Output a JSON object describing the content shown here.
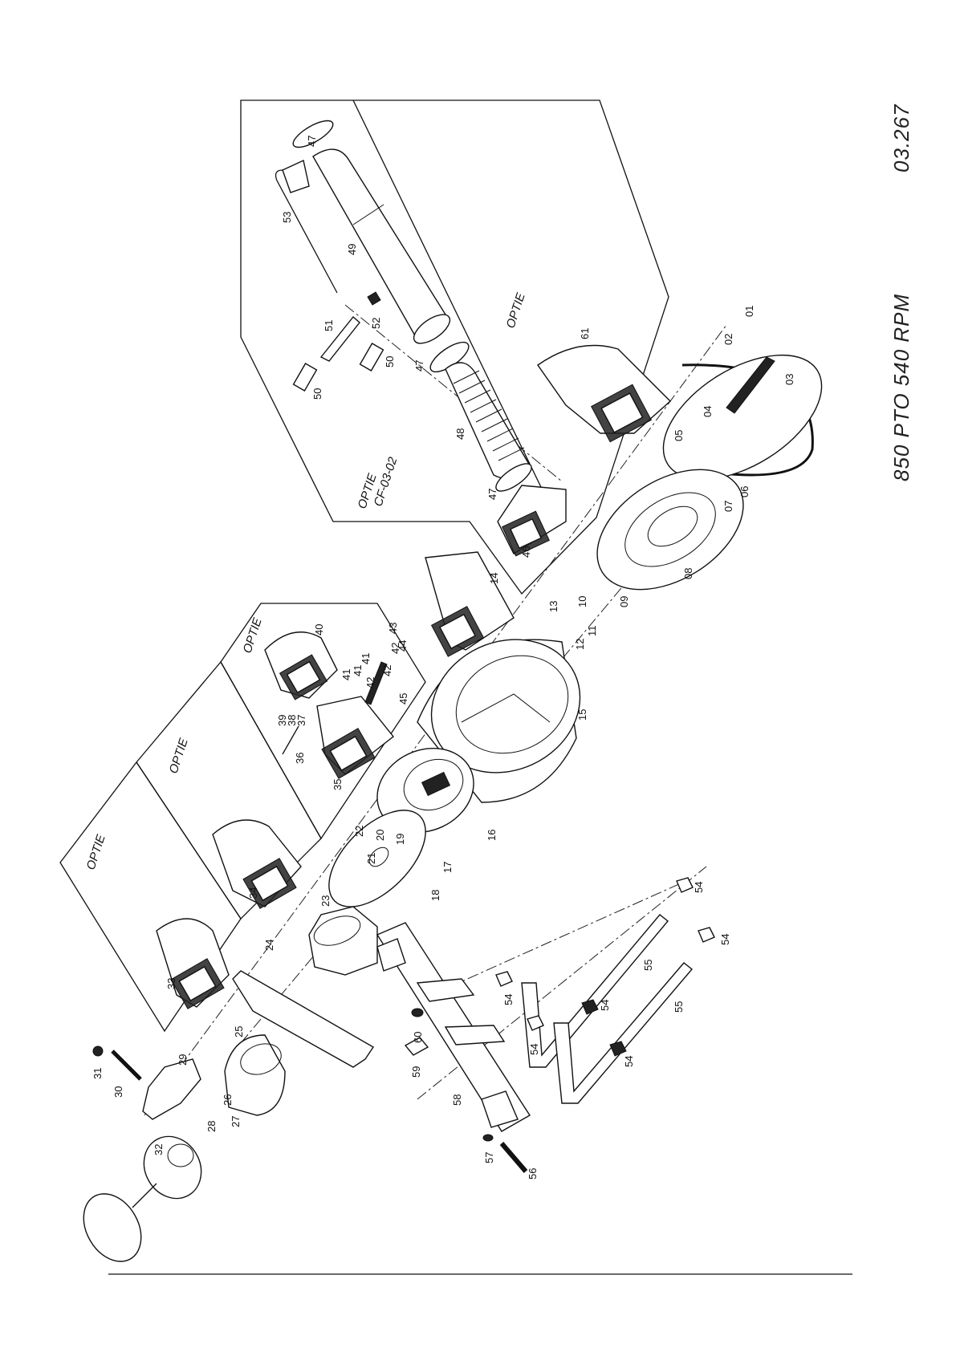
{
  "title": "850 PTO 540 RPM",
  "drawing_number": "03.267",
  "option_labels": {
    "a": "OPTIE",
    "b": "OPTIE",
    "c": "OPTIE",
    "d": "OPTIE",
    "e": "OPTIE",
    "f": "CF-03-02"
  },
  "part_numbers": [
    "01",
    "02",
    "03",
    "04",
    "05",
    "06",
    "07",
    "08",
    "09",
    "10",
    "11",
    "12",
    "13",
    "14",
    "15",
    "16",
    "17",
    "18",
    "19",
    "20",
    "21",
    "22",
    "23",
    "24",
    "25",
    "26",
    "27",
    "28",
    "29",
    "30",
    "31",
    "32",
    "33",
    "34",
    "35",
    "36",
    "37",
    "38",
    "39",
    "40",
    "41",
    "41",
    "41",
    "42",
    "42",
    "42",
    "43",
    "44",
    "45",
    "46",
    "47",
    "47",
    "47",
    "48",
    "49",
    "50",
    "50",
    "51",
    "52",
    "53",
    "54",
    "54",
    "54",
    "54",
    "54",
    "54",
    "55",
    "55",
    "56",
    "57",
    "58",
    "59",
    "60",
    "61"
  ]
}
